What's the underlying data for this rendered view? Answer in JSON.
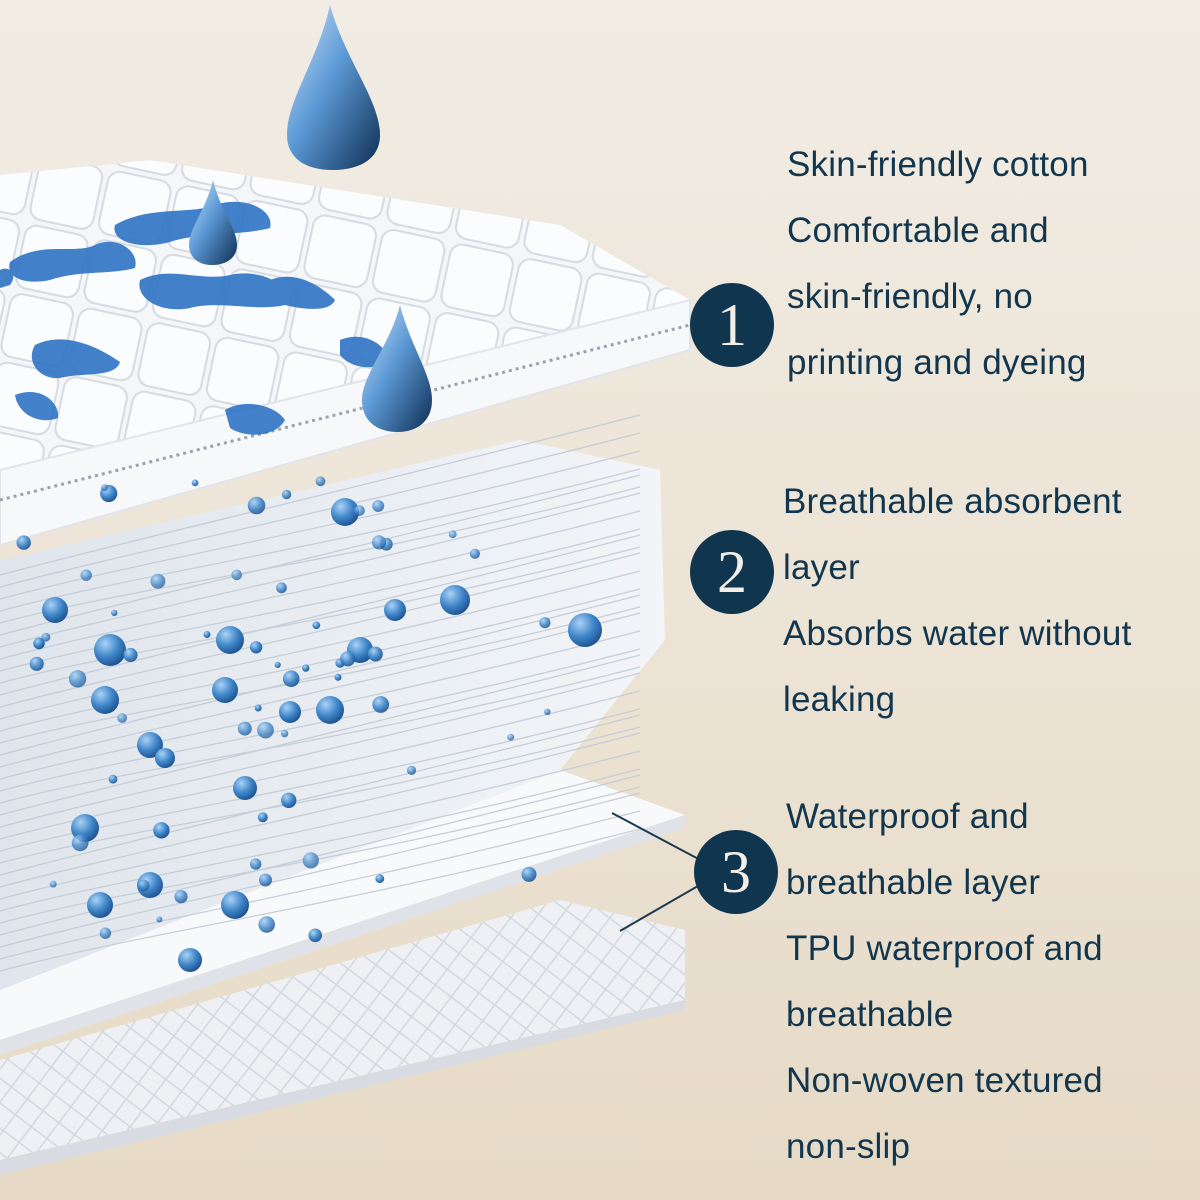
{
  "layers": [
    {
      "number": "1",
      "lines": [
        "Skin-friendly cotton",
        "Comfortable and",
        "skin-friendly, no",
        "printing and dyeing"
      ]
    },
    {
      "number": "2",
      "lines": [
        "Breathable absorbent",
        "layer",
        "Absorbs water without",
        "leaking"
      ]
    },
    {
      "number": "3",
      "lines": [
        "Waterproof and",
        "breathable layer",
        "TPU waterproof and",
        "breathable",
        "Non-woven textured",
        "non-slip"
      ]
    }
  ],
  "colors": {
    "badge": "#10364f",
    "text": "#12364d",
    "background": "#ece4d6",
    "water": "#3f86c9"
  }
}
